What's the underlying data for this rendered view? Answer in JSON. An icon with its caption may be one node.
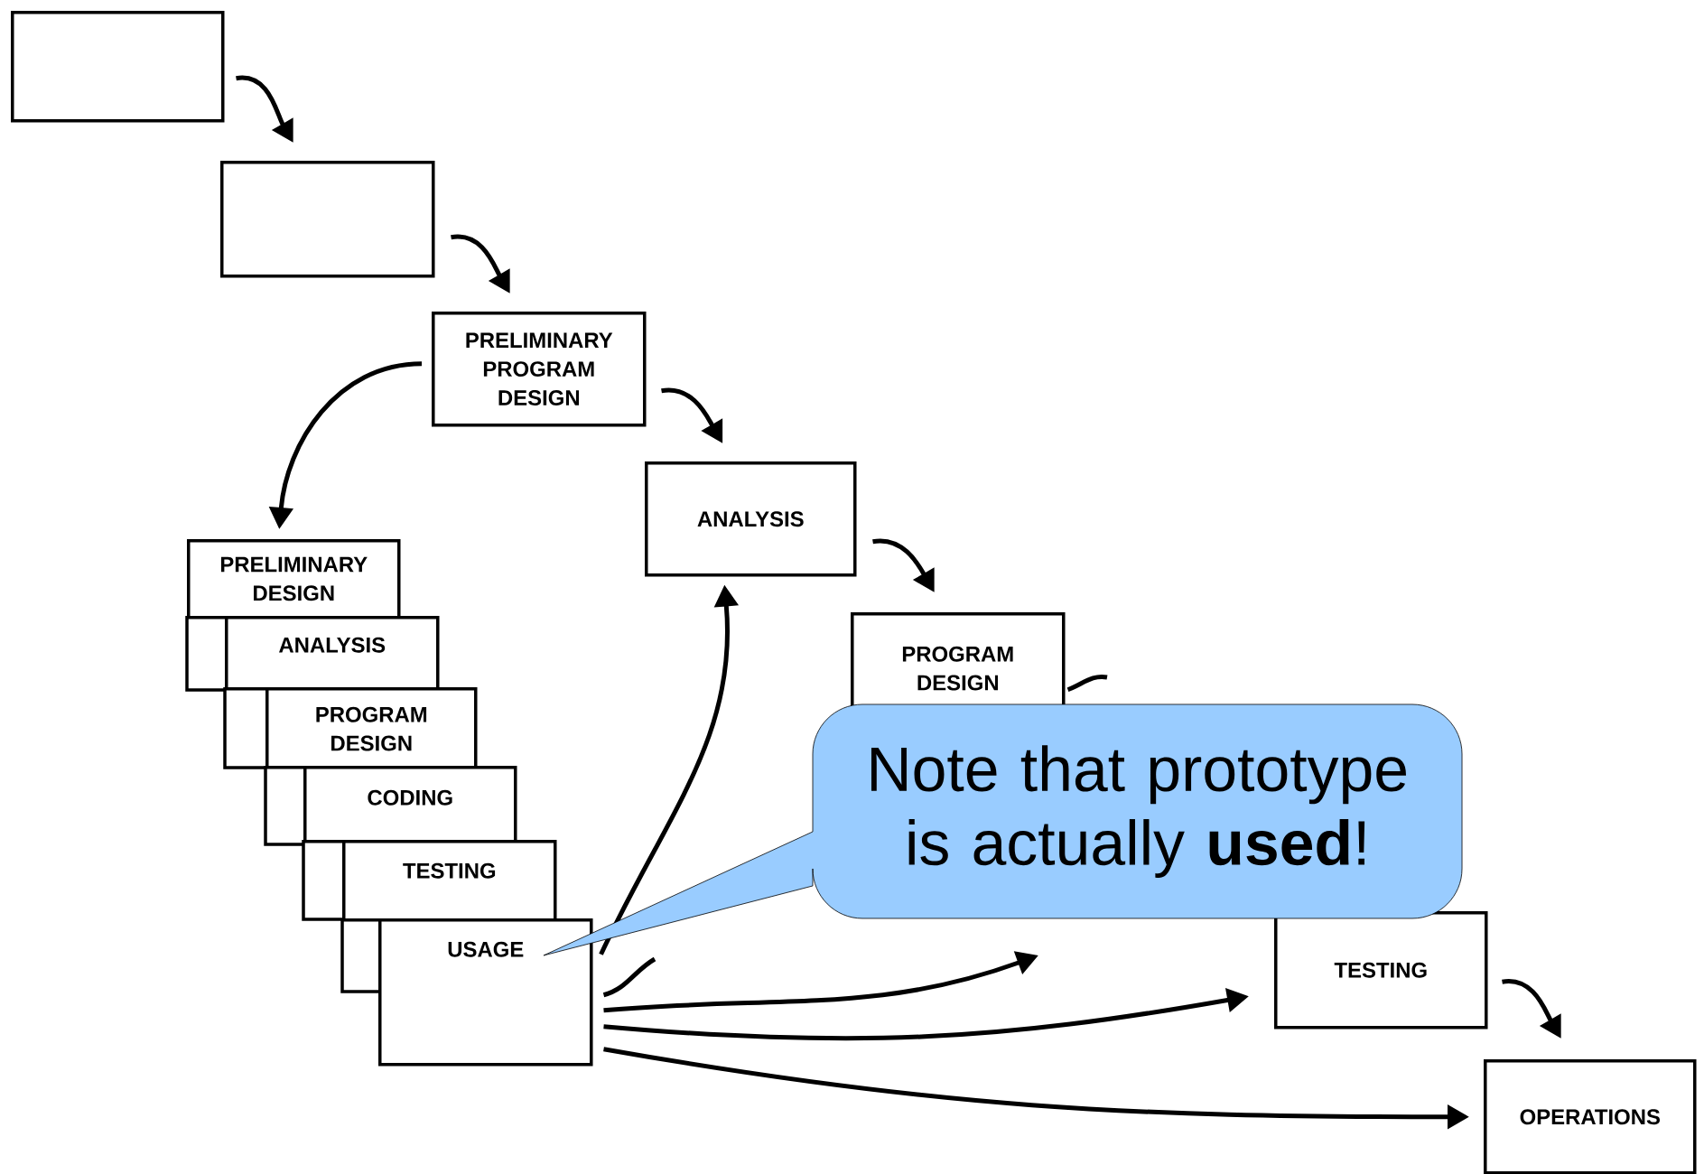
{
  "diagram": {
    "nodes": [
      {
        "text": [],
        "shape": "box"
      },
      {
        "text": [],
        "shape": "box"
      },
      {
        "text": [
          "PRELIMINARY PROGRAM DESIGN"
        ]
      },
      {
        "text": [
          "ANALYSIS"
        ]
      },
      {
        "text": [
          "PRELIMINARY DESIGN"
        ]
      },
      {
        "text": [
          "ANALYSIS"
        ]
      },
      {
        "text": [
          "PROGRAM DESIGN"
        ]
      },
      {
        "text": [
          "CODING"
        ]
      },
      {
        "text": [
          "TESTING"
        ]
      },
      {
        "text": [
          "USAGE"
        ]
      },
      {
        "text": [
          "PROGRAM DESIGN"
        ]
      },
      {
        "text": [
          "TESTING"
        ]
      },
      {
        "text": [
          "OPERATIONS"
        ]
      },
      {
        "text": [
          "Note that prototype is actually **used**!"
        ]
      }
    ],
    "edges": [
      {
        "from": 0,
        "to": 1,
        "arrow": "to"
      },
      {
        "from": 1,
        "to": 2,
        "arrow": "to"
      },
      {
        "from": 2,
        "to": 3,
        "arrow": "to"
      },
      {
        "from": 2,
        "to": 4,
        "arrow": "to"
      },
      {
        "from": 3,
        "to": 10,
        "arrow": "to"
      },
      {
        "from": 10,
        "to": null,
        "arrow": "none"
      },
      {
        "from": 11,
        "to": 12,
        "arrow": "to"
      },
      {
        "from": 9,
        "to": 3,
        "arrow": "to"
      },
      {
        "from": 9,
        "to": null,
        "arrow": "none"
      },
      {
        "from": 9,
        "to": null,
        "arrow": "to"
      },
      {
        "from": 9,
        "to": 11,
        "arrow": "to"
      },
      {
        "from": 9,
        "to": 12,
        "arrow": "to"
      }
    ]
  }
}
